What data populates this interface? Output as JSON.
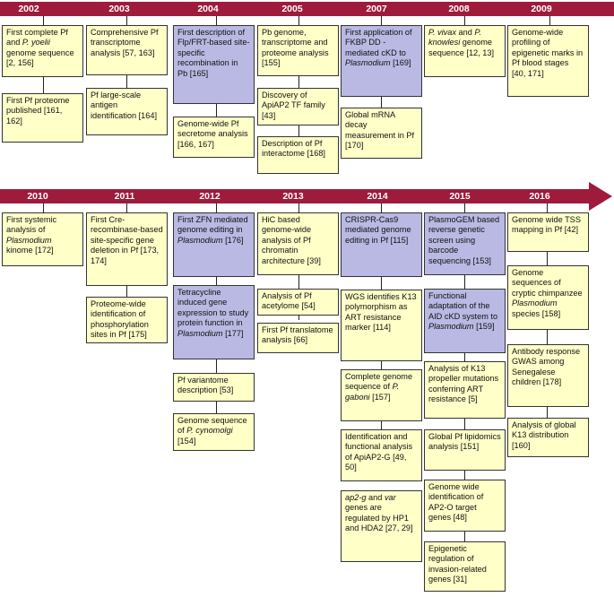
{
  "colors": {
    "band": "#9e1b3c",
    "box_yellow": "#ffffc8",
    "box_purple": "#b9b9e3"
  },
  "top_row": {
    "years": [
      "2002",
      "2003",
      "2004",
      "2005",
      "2007",
      "2008",
      "2009"
    ],
    "columns": [
      {
        "year": "2002",
        "boxes": [
          {
            "text": "First complete Pf and P. yoelii genome sequence [2, 156]",
            "style": "yellow"
          },
          {
            "text": "First Pf proteome published [161, 162]",
            "style": "yellow"
          }
        ]
      },
      {
        "year": "2003",
        "boxes": [
          {
            "text": "Comprehensive Pf transcriptome analysis [57, 163]",
            "style": "yellow"
          },
          {
            "text": "Pf large-scale antigen identification [164]",
            "style": "yellow"
          }
        ]
      },
      {
        "year": "2004",
        "boxes": [
          {
            "text": "First description of Flp/FRT-based site-specific recombination in Pb [165]",
            "style": "purple"
          },
          {
            "text": "Genome-wide Pf secretome analysis [166, 167]",
            "style": "yellow"
          }
        ]
      },
      {
        "year": "2005",
        "boxes": [
          {
            "text": "Pb genome, transcriptome and proteome analysis [155]",
            "style": "yellow"
          },
          {
            "text": "Discovery of ApiAP2 TF family [43]",
            "style": "yellow"
          },
          {
            "text": "Description of Pf interactome [168]",
            "style": "yellow"
          }
        ]
      },
      {
        "year": "2007",
        "boxes": [
          {
            "text": "First application of FKBP DD - mediated cKD to Plasmodium [169]",
            "style": "purple"
          },
          {
            "text": "Global mRNA decay measurement in Pf [170]",
            "style": "yellow"
          }
        ]
      },
      {
        "year": "2008",
        "boxes": [
          {
            "text": "P. vivax and P. knowlesi genome sequence [12, 13]",
            "style": "yellow"
          }
        ]
      },
      {
        "year": "2009",
        "boxes": [
          {
            "text": "Genome-wide profiling of epigenetic marks in Pf blood stages [40, 171]",
            "style": "yellow"
          }
        ]
      }
    ]
  },
  "bottom_row": {
    "years": [
      "2010",
      "2011",
      "2012",
      "2013",
      "2014",
      "2015",
      "2016"
    ],
    "columns": [
      {
        "year": "2010",
        "boxes": [
          {
            "text": "First systemic analysis of Plasmodium kinome [172]",
            "style": "yellow"
          }
        ]
      },
      {
        "year": "2011",
        "boxes": [
          {
            "text": "First Cre-recombinase-based site-specific gene deletion in Pf [173, 174]",
            "style": "yellow"
          },
          {
            "text": "Proteome-wide identification of phosphorylation sites in Pf [175]",
            "style": "yellow"
          }
        ]
      },
      {
        "year": "2012",
        "boxes": [
          {
            "text": "First ZFN mediated genome editing in Plasmodium [176]",
            "style": "purple"
          },
          {
            "text": "Tetracycline induced gene expression to study protein function in Plasmodium [177]",
            "style": "purple"
          },
          {
            "text": "Pf variantome description [53]",
            "style": "yellow"
          },
          {
            "text": "Genome sequence of P. cynomolgi [154]",
            "style": "yellow"
          }
        ]
      },
      {
        "year": "2013",
        "boxes": [
          {
            "text": "HiC based genome-wide analysis of Pf chromatin architecture [39]",
            "style": "yellow"
          },
          {
            "text": "Analysis of Pf acetylome [54]",
            "style": "yellow"
          },
          {
            "text": "First Pf translatome analysis [66]",
            "style": "yellow"
          }
        ]
      },
      {
        "year": "2014",
        "boxes": [
          {
            "text": "CRISPR-Cas9 mediated genome editing in Pf [115]",
            "style": "purple"
          },
          {
            "text": "WGS identifies K13 polymorphism as ART resistance marker [114]",
            "style": "yellow"
          },
          {
            "text": "Complete genome sequence of P. gaboni [157]",
            "style": "yellow"
          },
          {
            "text": "Identification and functional analysis of ApiAP2-G [49, 50]",
            "style": "yellow"
          },
          {
            "text": "ap2-g and var genes are regulated by HP1 and HDA2 [27, 29]",
            "style": "yellow"
          }
        ]
      },
      {
        "year": "2015",
        "boxes": [
          {
            "text": "PlasmoGEM based reverse genetic screen using barcode sequencing [153]",
            "style": "purple"
          },
          {
            "text": "Functional adaptation of the AID cKD system to Plasmodium [159]",
            "style": "purple"
          },
          {
            "text": "Analysis of K13 propeller mutations conferring ART resistance [5]",
            "style": "yellow"
          },
          {
            "text": "Global Pf lipidomics analysis [151]",
            "style": "yellow"
          },
          {
            "text": "Genome wide identification of AP2-O target genes [48]",
            "style": "yellow"
          },
          {
            "text": "Epigenetic regulation of invasion-related genes [31]",
            "style": "yellow"
          }
        ]
      },
      {
        "year": "2016",
        "boxes": [
          {
            "text": "Genome wide TSS mapping in Pf [42]",
            "style": "yellow"
          },
          {
            "text": "Genome sequences of cryptic chimpanzee Plasmodium species [158]",
            "style": "yellow"
          },
          {
            "text": "Antibody response GWAS among Senegalese children [178]",
            "style": "yellow"
          },
          {
            "text": "Analysis of global K13 distribution [160]",
            "style": "yellow"
          }
        ]
      }
    ]
  }
}
